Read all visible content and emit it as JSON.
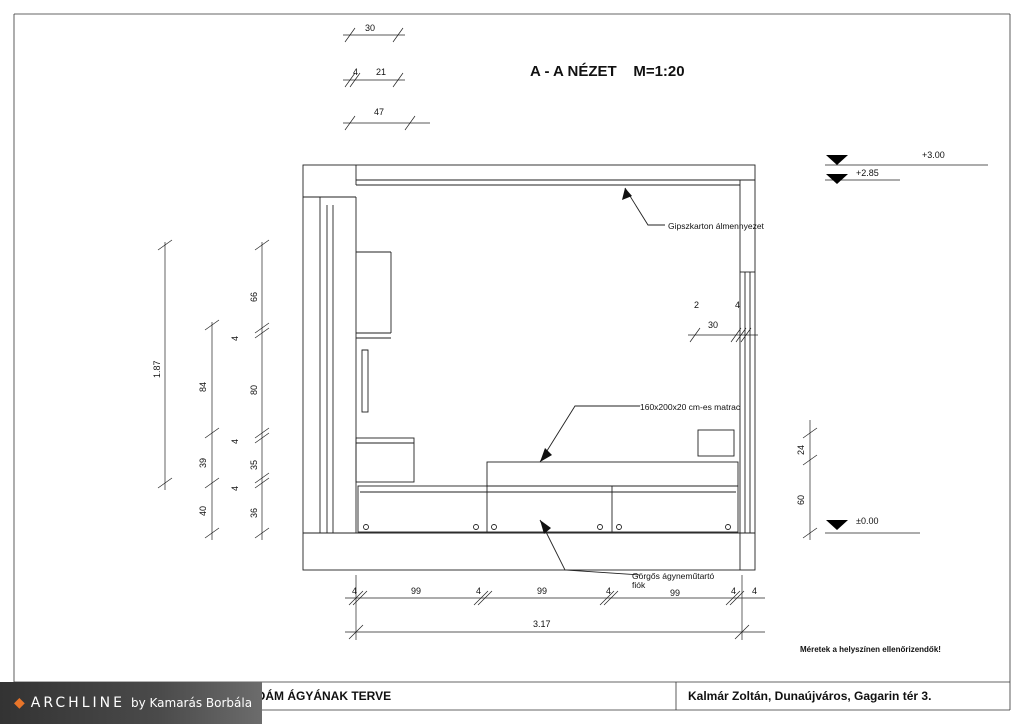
{
  "title": "A - A NÉZET    M=1:20",
  "labels": {
    "ceiling": "Gipszkarton álmennyezet",
    "mattress": "160x200x20 cm-es matrac",
    "drawer": "Görgős ágyneműtartó\nfiók",
    "check_note": "Méretek a helyszínen ellenőrizendők!"
  },
  "levels": {
    "top": "+3.00",
    "ceiling": "+2.85",
    "floor": "±0.00"
  },
  "dims_top": {
    "d30": "30",
    "d4": "4",
    "d21": "21",
    "d47": "47"
  },
  "dims_left_outer": {
    "total": "1.87",
    "d84": "84",
    "d39": "39",
    "d40": "40"
  },
  "dims_left_inner": {
    "d66": "66",
    "d4a": "4",
    "d80": "80",
    "d4b": "4",
    "d35": "35",
    "d4c": "4",
    "d36": "36"
  },
  "dims_right_upper": {
    "d2": "2",
    "d4": "4",
    "d30": "30"
  },
  "dims_right_lower": {
    "d24": "24",
    "d60": "60"
  },
  "dims_bottom": {
    "a": "4",
    "b": "99",
    "c": "4",
    "d": "99",
    "e": "4",
    "f": "99",
    "g": "4",
    "h": "4",
    "total": "3.17"
  },
  "footer": {
    "left_title": "ÁDÁM ÁGYÁNAK TERVE",
    "right_text": "Kalmár Zoltán, Dunaújváros, Gagarin tér 3."
  },
  "logo": {
    "brand": "ARCHLINE",
    "by": "by Kamarás Borbála"
  },
  "colors": {
    "line": "#222222",
    "logo_accent": "#e8752a"
  }
}
